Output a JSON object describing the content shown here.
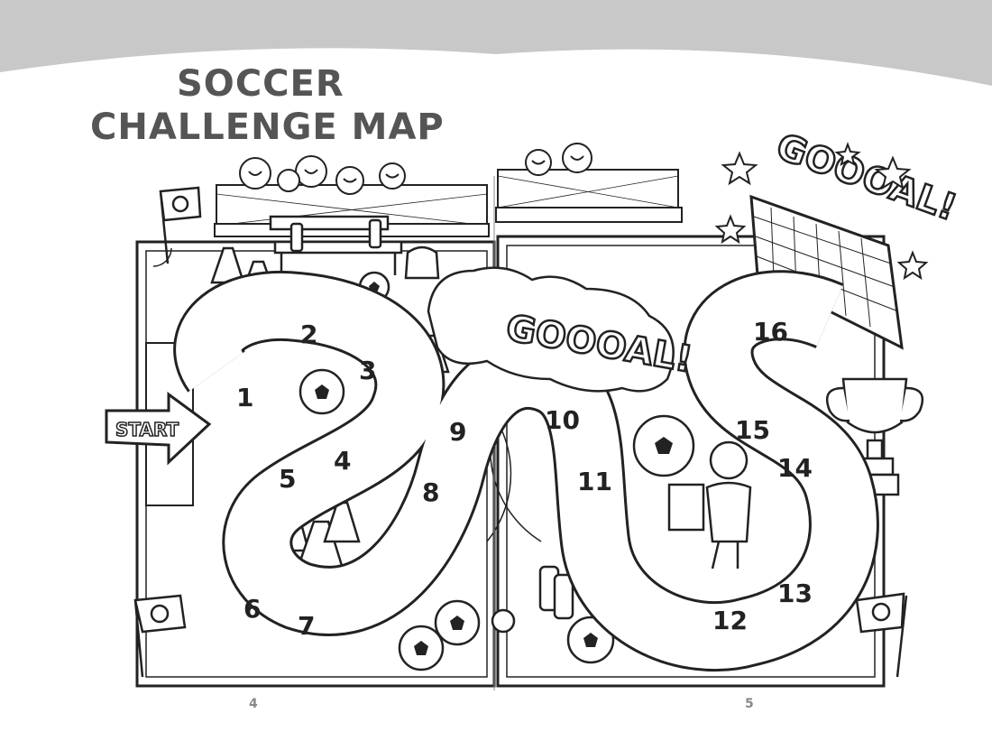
{
  "title": {
    "line1": "SOCCER",
    "line2": "CHALLENGE MAP"
  },
  "start_label": "START",
  "goal_big": "GOOOAL!",
  "goal_mid": "GOOOAL!",
  "page_numbers": {
    "left": "4",
    "right": "5"
  },
  "path_spaces": [
    "1",
    "2",
    "3",
    "4",
    "5",
    "6",
    "7",
    "8",
    "9",
    "10",
    "11",
    "12",
    "13",
    "14",
    "15",
    "16"
  ],
  "colors": {
    "title": "#555555",
    "band": "#c8c8c8",
    "line": "#222222",
    "paper": "#ffffff"
  },
  "icons": [
    "soccer-ball-icon",
    "traffic-cone-icon",
    "smiley-flag-icon",
    "trophy-icon",
    "soccer-goal-icon",
    "water-bottle-icon",
    "bench-icon",
    "clipboard-icon"
  ]
}
